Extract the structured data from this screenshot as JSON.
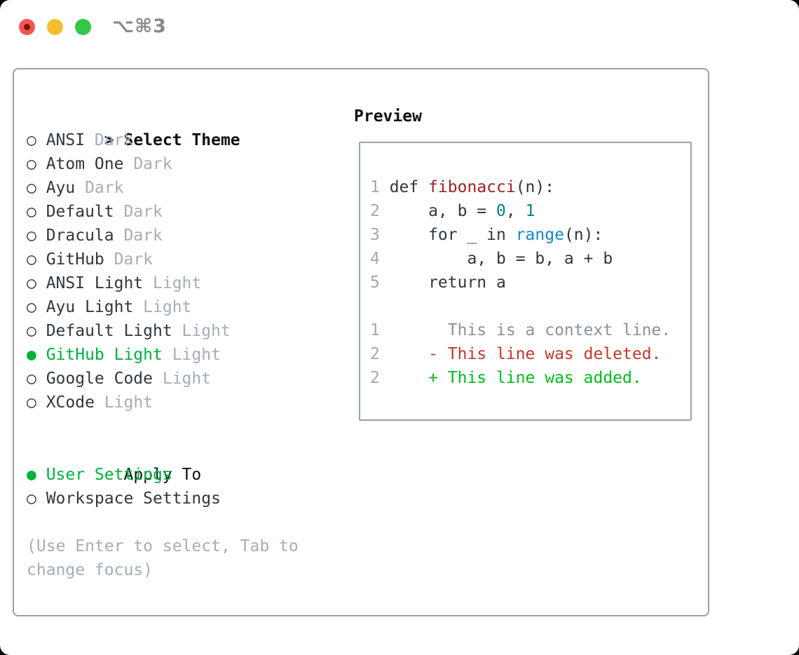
{
  "window": {
    "title": "⌥⌘3"
  },
  "colors": {
    "close_red": "#f2564d",
    "close_dot": "#7c120b",
    "minimize_yellow": "#f6bd2f",
    "zoom_green": "#33c748",
    "title_gray": "#87898c",
    "border_gray": "#99a1ab",
    "header_black": "#0d1117",
    "text_dark": "#30373e",
    "dim_gray": "#a4adb9",
    "selected_green": "#00b13c",
    "line_number_gray": "#9fa9b4",
    "context_gray": "#8b9299",
    "deleted_red": "#c2382a",
    "added_green": "#00bd1c",
    "function_red": "#a32020",
    "number_teal": "#00828c",
    "builtin_blue": "#1289cb"
  },
  "theme_picker": {
    "header_prefix": ">",
    "header": "Select Theme",
    "bullet_unselected": "○",
    "bullet_selected": "●",
    "items": [
      {
        "name": "ANSI",
        "tag": "Dark",
        "selected": false
      },
      {
        "name": "Atom One",
        "tag": "Dark",
        "selected": false
      },
      {
        "name": "Ayu",
        "tag": "Dark",
        "selected": false
      },
      {
        "name": "Default",
        "tag": "Dark",
        "selected": false
      },
      {
        "name": "Dracula",
        "tag": "Dark",
        "selected": false
      },
      {
        "name": "GitHub",
        "tag": "Dark",
        "selected": false
      },
      {
        "name": "ANSI Light",
        "tag": "Light",
        "selected": false
      },
      {
        "name": "Ayu Light",
        "tag": "Light",
        "selected": false
      },
      {
        "name": "Default Light",
        "tag": "Light",
        "selected": false
      },
      {
        "name": "GitHub Light",
        "tag": "Light",
        "selected": true
      },
      {
        "name": "Google Code",
        "tag": "Light",
        "selected": false
      },
      {
        "name": "XCode",
        "tag": "Light",
        "selected": false
      }
    ]
  },
  "apply_to": {
    "header": "Apply To",
    "options": [
      {
        "name": "User Settings",
        "selected": true
      },
      {
        "name": "Workspace Settings",
        "selected": false
      }
    ]
  },
  "help_text": "(Use Enter to select, Tab to change focus)",
  "preview": {
    "header": "Preview",
    "code_lines": [
      {
        "num": "1",
        "segments": [
          {
            "text": "def ",
            "style": "code"
          },
          {
            "text": "fibonacci",
            "style": "func"
          },
          {
            "text": "(n):",
            "style": "code"
          }
        ]
      },
      {
        "num": "2",
        "segments": [
          {
            "text": "    a, b = ",
            "style": "code"
          },
          {
            "text": "0",
            "style": "num"
          },
          {
            "text": ", ",
            "style": "code"
          },
          {
            "text": "1",
            "style": "num"
          }
        ]
      },
      {
        "num": "3",
        "segments": [
          {
            "text": "    for _ in ",
            "style": "code"
          },
          {
            "text": "range",
            "style": "builtin"
          },
          {
            "text": "(n):",
            "style": "code"
          }
        ]
      },
      {
        "num": "4",
        "segments": [
          {
            "text": "        a, b = b, a + b",
            "style": "code"
          }
        ]
      },
      {
        "num": "5",
        "segments": [
          {
            "text": "    return a",
            "style": "code"
          }
        ]
      },
      {
        "num": "",
        "segments": []
      },
      {
        "num": "1",
        "segments": [
          {
            "text": "      This is a context line.",
            "style": "context"
          }
        ]
      },
      {
        "num": "2",
        "segments": [
          {
            "text": "    - This line was deleted.",
            "style": "deleted"
          }
        ]
      },
      {
        "num": "2",
        "segments": [
          {
            "text": "    + This line was added.",
            "style": "added"
          }
        ]
      }
    ]
  }
}
